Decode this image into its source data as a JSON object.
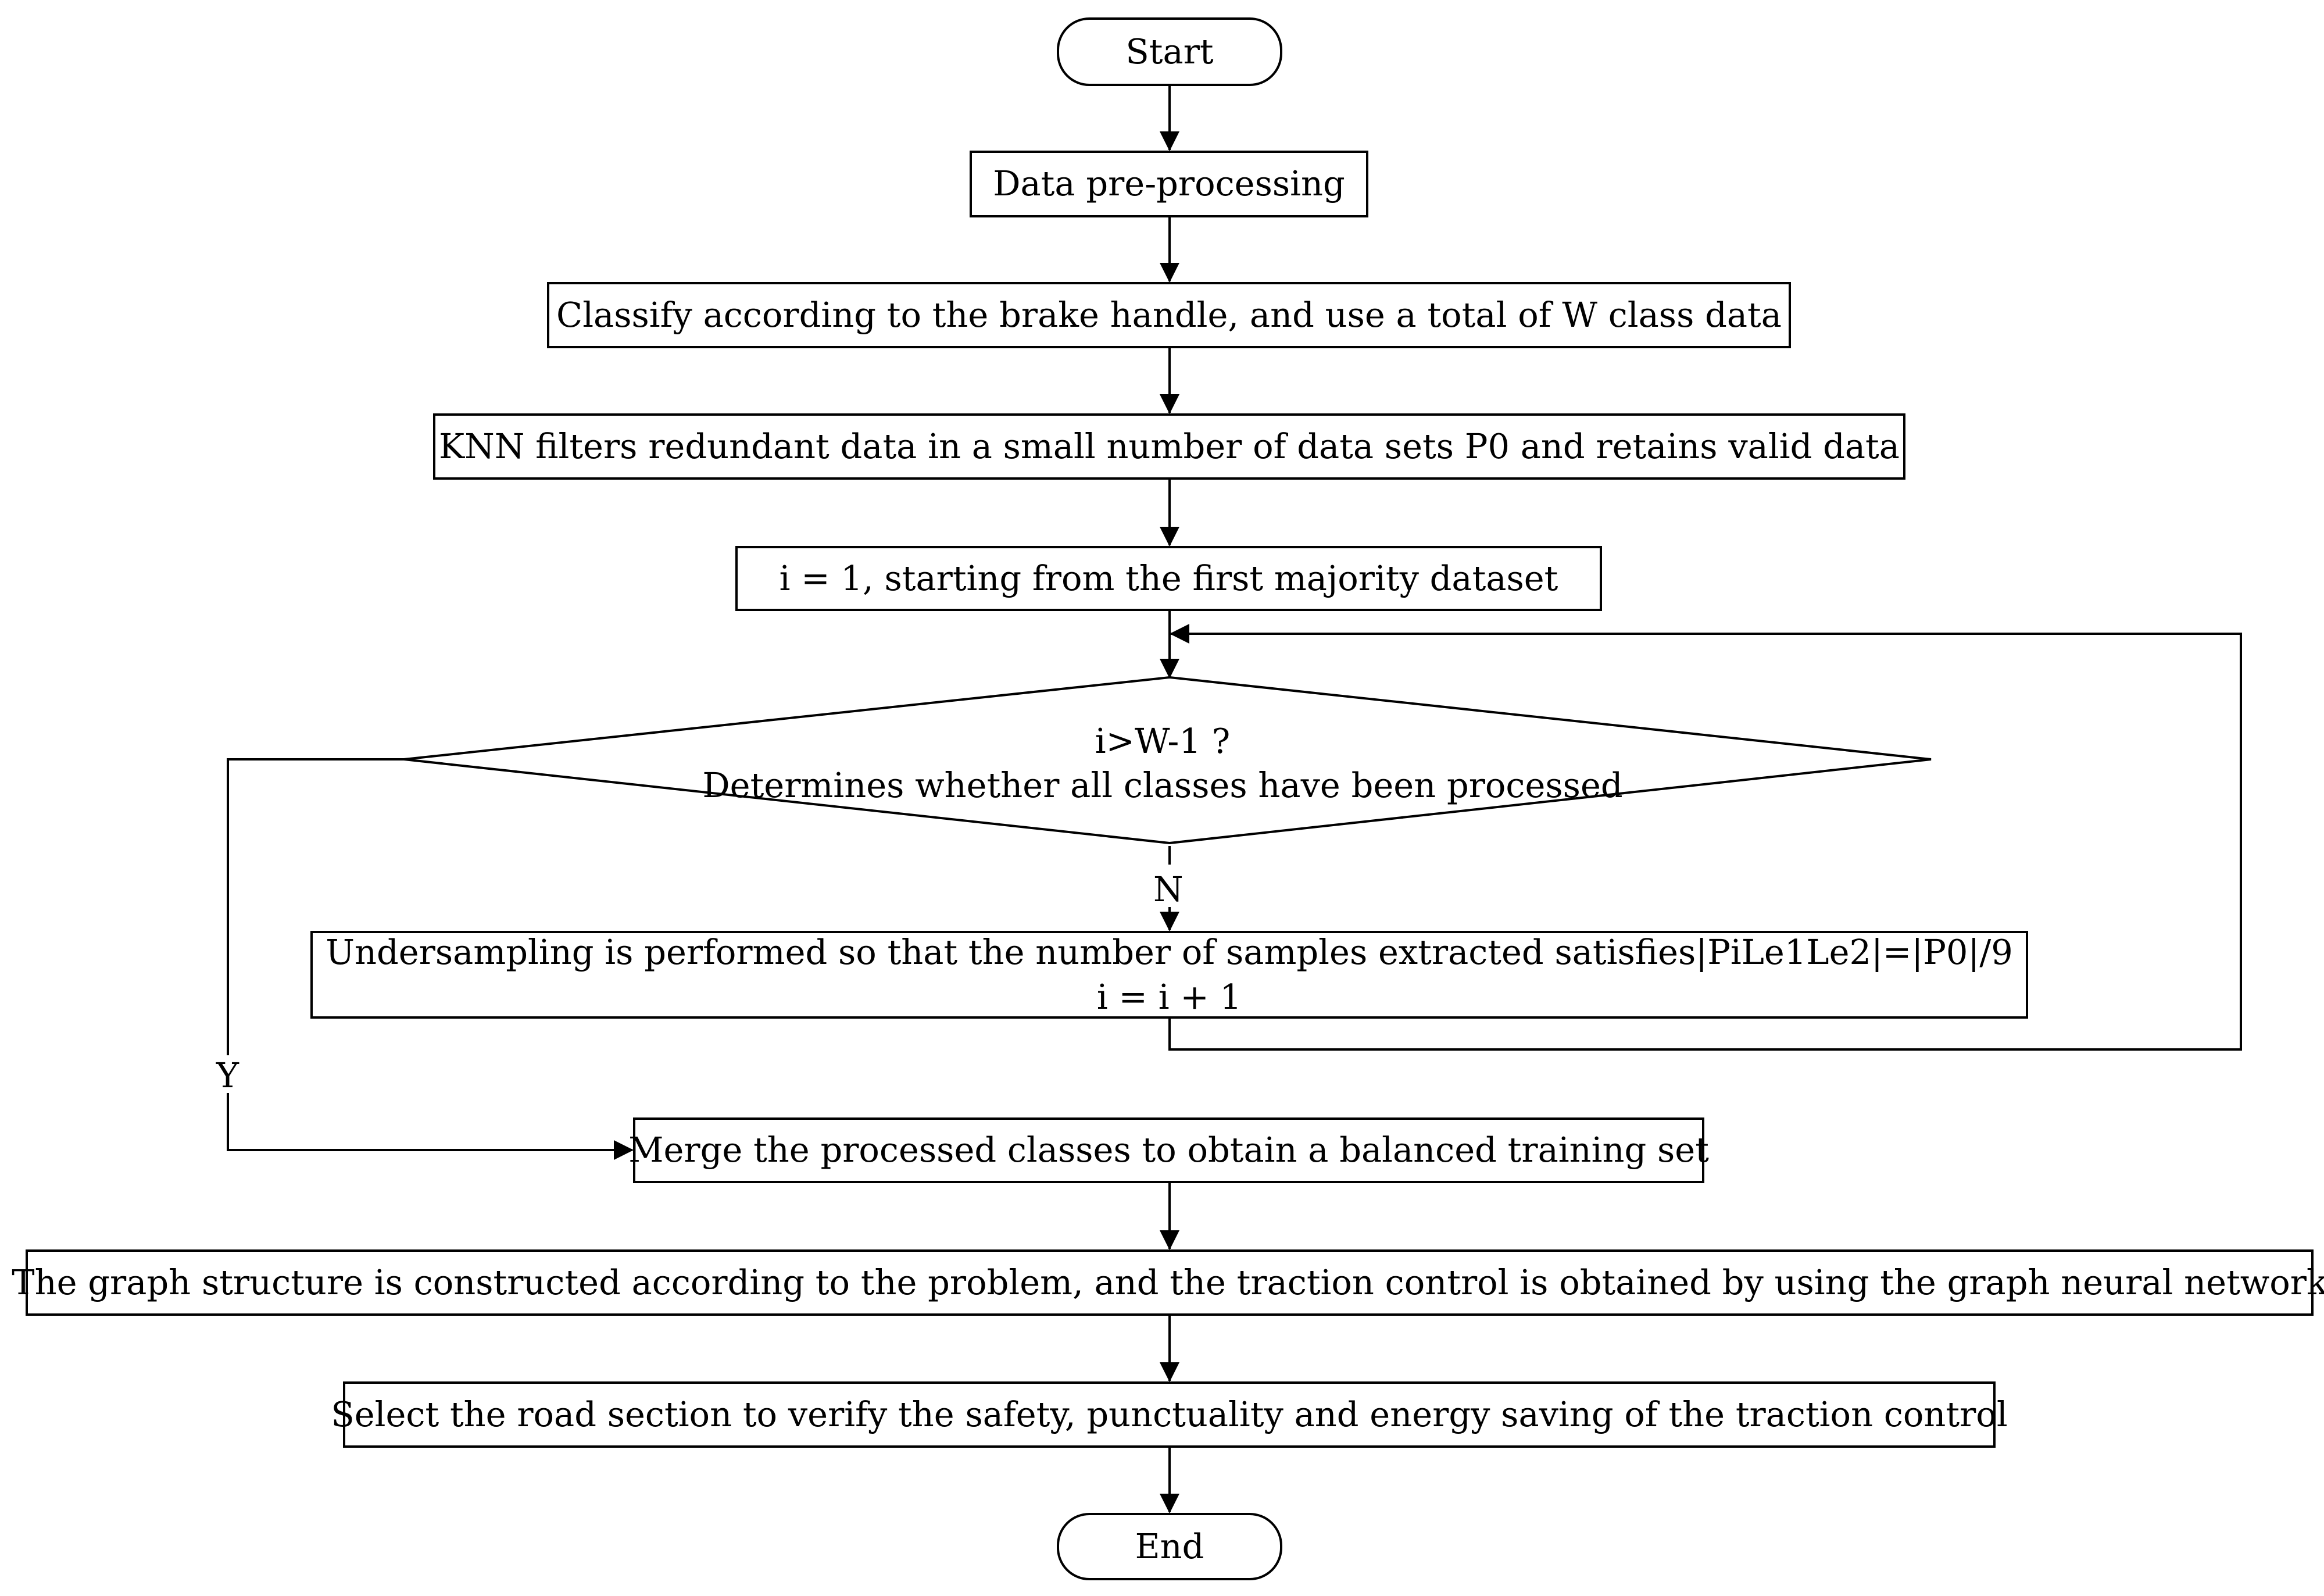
{
  "flowchart": {
    "start": "Start",
    "step_preprocess": "Data pre-processing",
    "step_classify": "Classify according to the brake handle, and use a total of W class data",
    "step_knn": "KNN filters redundant data in a small number of data sets P0 and retains valid data",
    "step_init": "i = 1, starting from the first majority dataset",
    "decision_line1": "i>W-1 ?",
    "decision_line2": "Determines whether all classes have been processed",
    "label_no": "N",
    "label_yes": "Y",
    "step_undersample_line1": "Undersampling is performed so that the number of samples extracted satisfies|PiLe1Le2|=|P0|/9",
    "step_undersample_line2": "i = i + 1",
    "step_merge": "Merge the processed classes to obtain a balanced training set",
    "step_graph": "The graph structure is constructed according to the problem, and the traction control is obtained by using the graph neural network",
    "step_verify": "Select the road section to verify the safety, punctuality and energy saving of the traction control",
    "end": "End"
  }
}
